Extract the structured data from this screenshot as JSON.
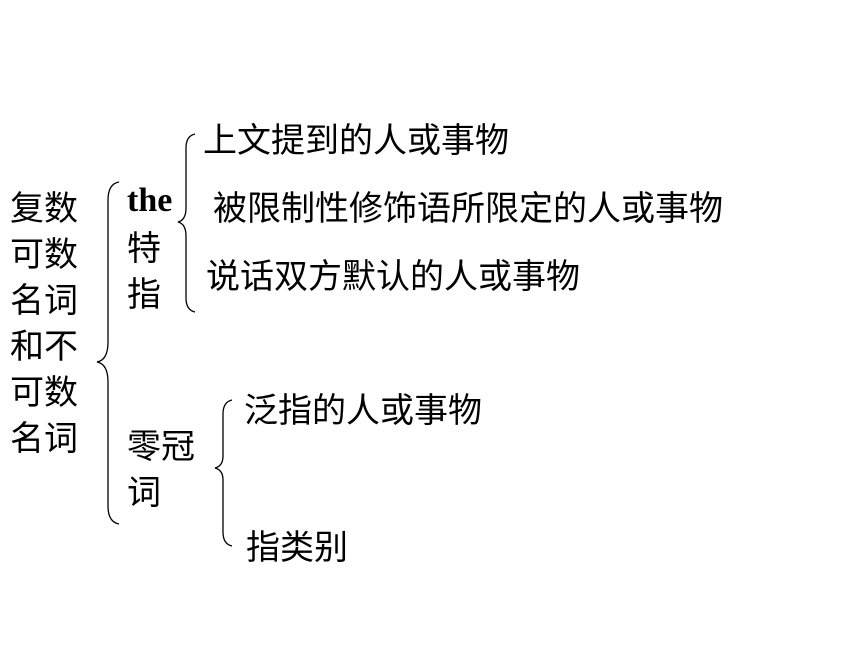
{
  "root": {
    "label": "复数可数名词和不可数名词"
  },
  "branches": [
    {
      "head_en": "the",
      "head_cn": "特指",
      "items": [
        "上文提到的人或事物",
        "被限制性修饰语所限定的人或事物",
        "说话双方默认的人或事物"
      ]
    },
    {
      "head_cn": "零冠词",
      "items": [
        "泛指的人或事物",
        "指类别"
      ]
    }
  ],
  "colors": {
    "text": "#000000",
    "bracket": "#000000",
    "background": "#ffffff"
  }
}
